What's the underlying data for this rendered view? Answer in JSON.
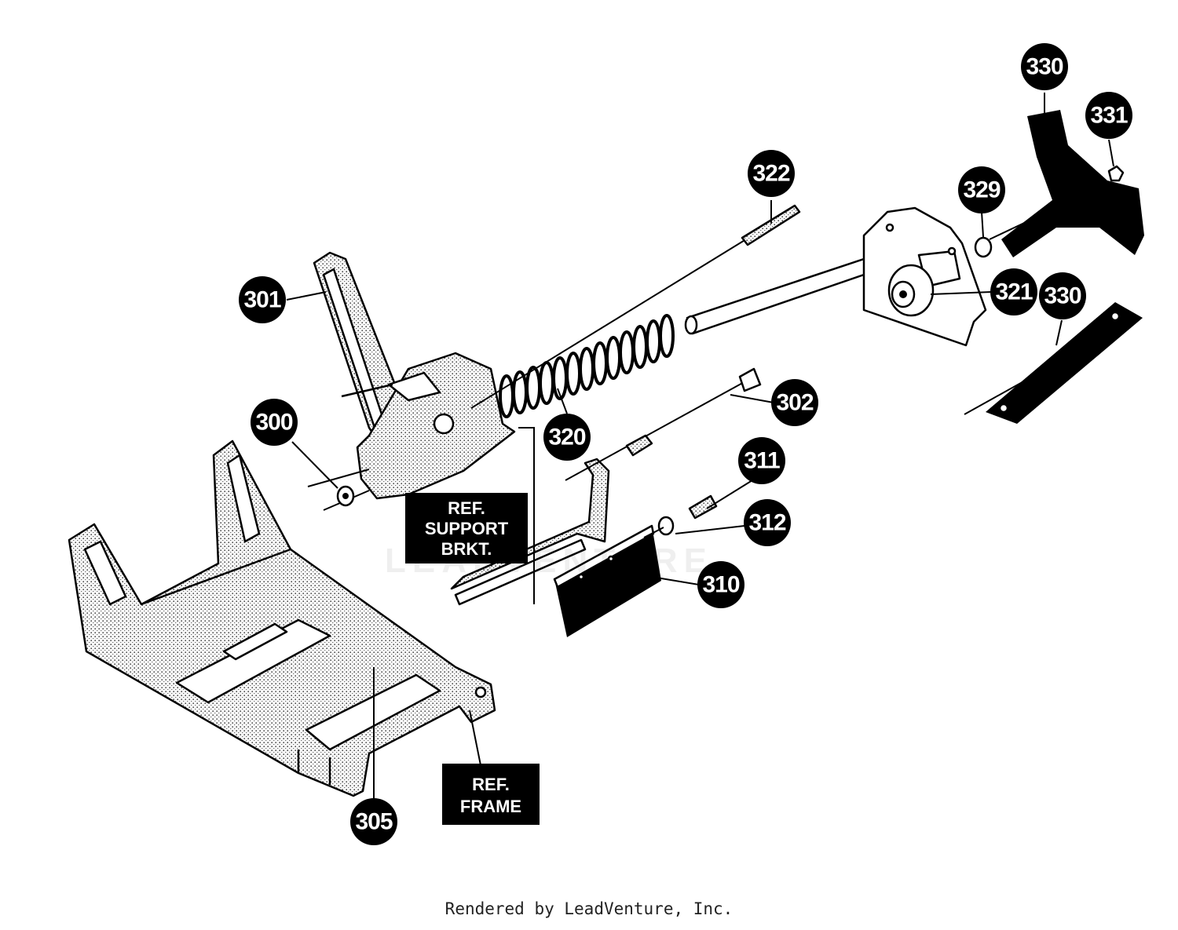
{
  "watermark": "LEADVENTURE",
  "callouts": [
    {
      "id": "300",
      "label": "300"
    },
    {
      "id": "301",
      "label": "301"
    },
    {
      "id": "302",
      "label": "302"
    },
    {
      "id": "305",
      "label": "305"
    },
    {
      "id": "310",
      "label": "310"
    },
    {
      "id": "311",
      "label": "311"
    },
    {
      "id": "312",
      "label": "312"
    },
    {
      "id": "320",
      "label": "320"
    },
    {
      "id": "321",
      "label": "321"
    },
    {
      "id": "322",
      "label": "322"
    },
    {
      "id": "329",
      "label": "329"
    },
    {
      "id": "330a",
      "label": "330"
    },
    {
      "id": "330b",
      "label": "330"
    },
    {
      "id": "331",
      "label": "331"
    }
  ],
  "ref_labels": {
    "support_bracket": [
      "REF.",
      "SUPPORT",
      "BRKT."
    ],
    "frame": [
      "REF.",
      "FRAME"
    ]
  },
  "footer": "Rendered by LeadVenture, Inc."
}
